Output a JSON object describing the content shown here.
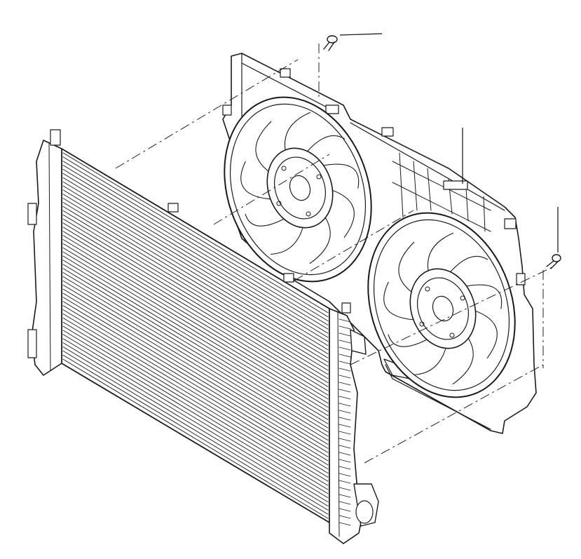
{
  "diagram": {
    "labels": [],
    "parts": [
      {
        "id": "radiator"
      },
      {
        "id": "fan-shroud"
      },
      {
        "id": "fan-left"
      },
      {
        "id": "fan-right"
      },
      {
        "id": "bolt-top"
      },
      {
        "id": "bolt-right"
      }
    ],
    "colors": {
      "stroke": "#1a1a1a",
      "background": "#ffffff"
    }
  }
}
